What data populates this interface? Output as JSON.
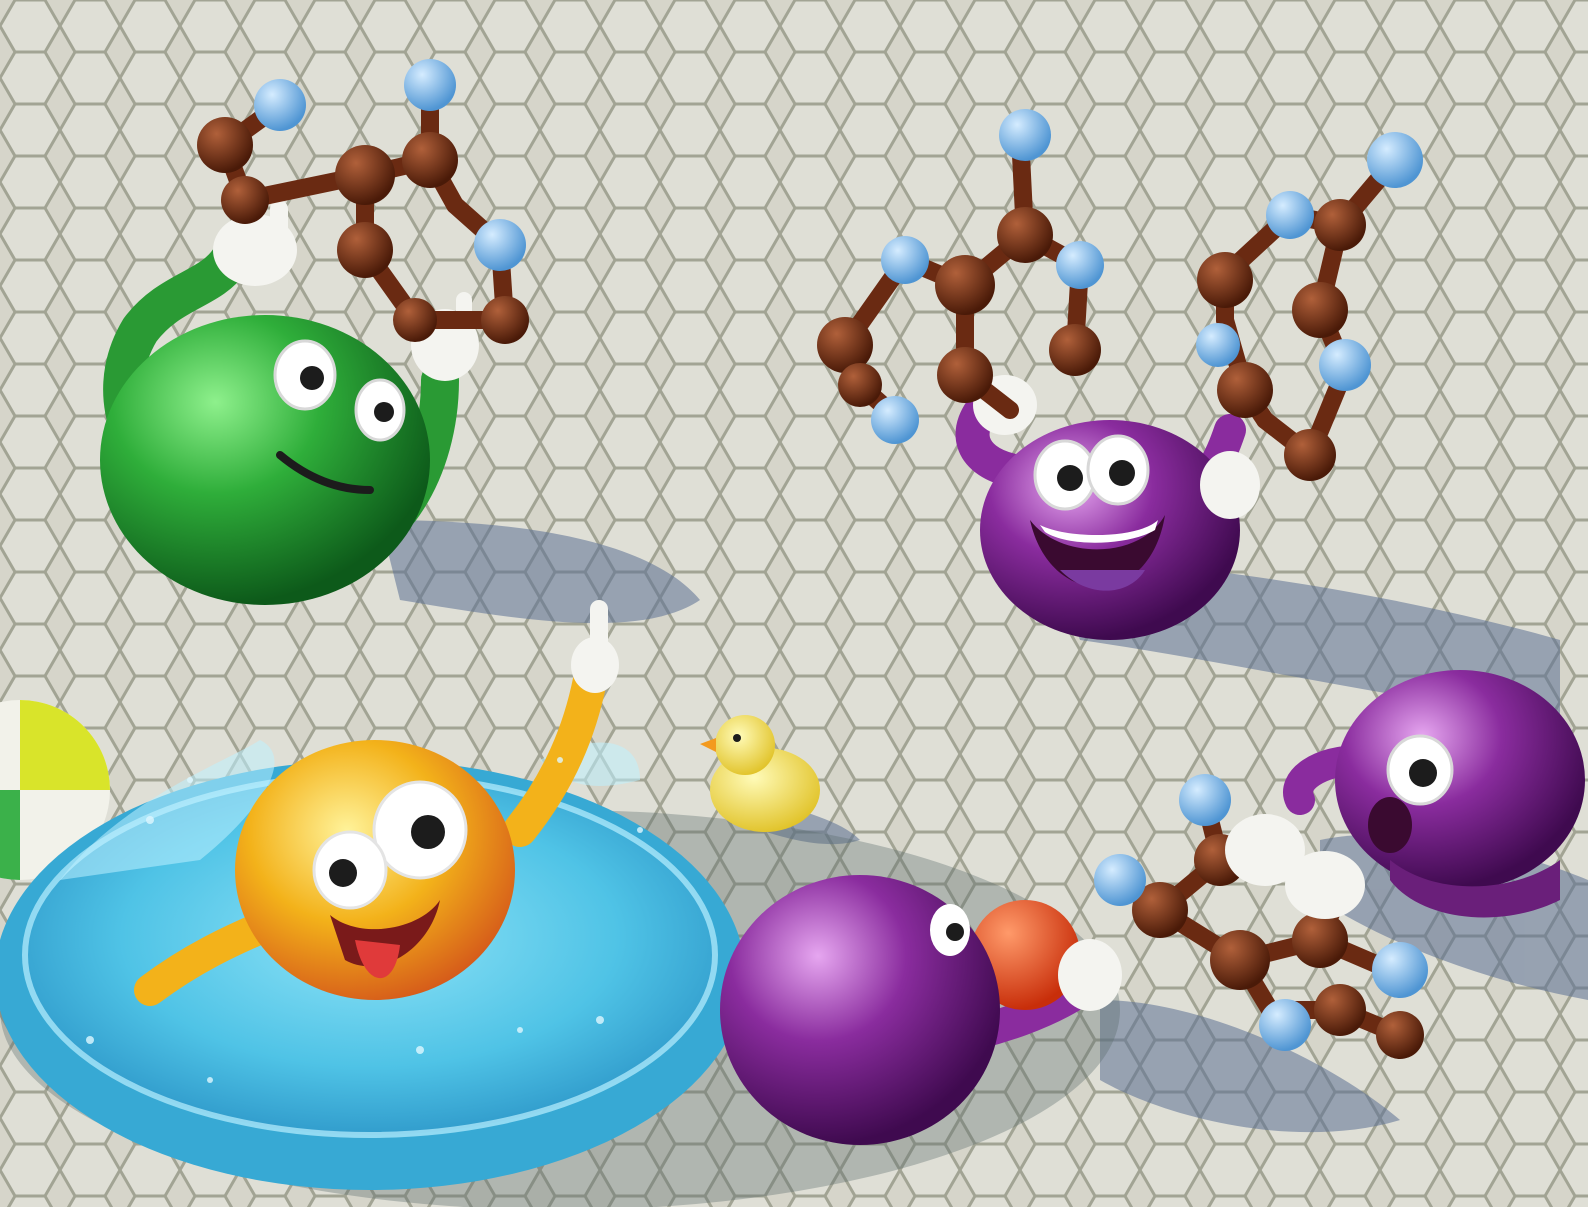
{
  "scene": {
    "description_visible_text": "",
    "palette": {
      "pavement_light": "#e6e5df",
      "pavement_mid": "#cfcdc4",
      "pavement_joint": "#9a9c8c",
      "moss": "#8f9a6a",
      "shadow": "#5b6f93",
      "green_character": "#2fae3a",
      "purple_character": "#8a2c9e",
      "yellow_character": "#f3b21a",
      "water": "#4fc3e6",
      "pool_rim": "#37a9d4",
      "atom_brown": "#6a2a12",
      "atom_blue": "#74b8ec",
      "duck": "#f6e04b",
      "duck_beak": "#f39a1e",
      "orange_ball": "#f04a1c",
      "glove": "#f4f4f0"
    },
    "characters": [
      {
        "id": "green-character",
        "expression": "smile",
        "holding": "molecule"
      },
      {
        "id": "purple-character-top",
        "expression": "big-grin",
        "holding": "two-molecules"
      },
      {
        "id": "yellow-character",
        "expression": "tongue-out",
        "location": "wading-pool"
      },
      {
        "id": "purple-character-front",
        "expression": "hidden",
        "holding": "orange-ball"
      },
      {
        "id": "purple-character-right",
        "expression": "surprised",
        "holding": "molecule"
      }
    ],
    "props": [
      "wading-pool",
      "rubber-duck",
      "beach-ball",
      "orange-ball",
      "hexagonal-pavement"
    ]
  }
}
